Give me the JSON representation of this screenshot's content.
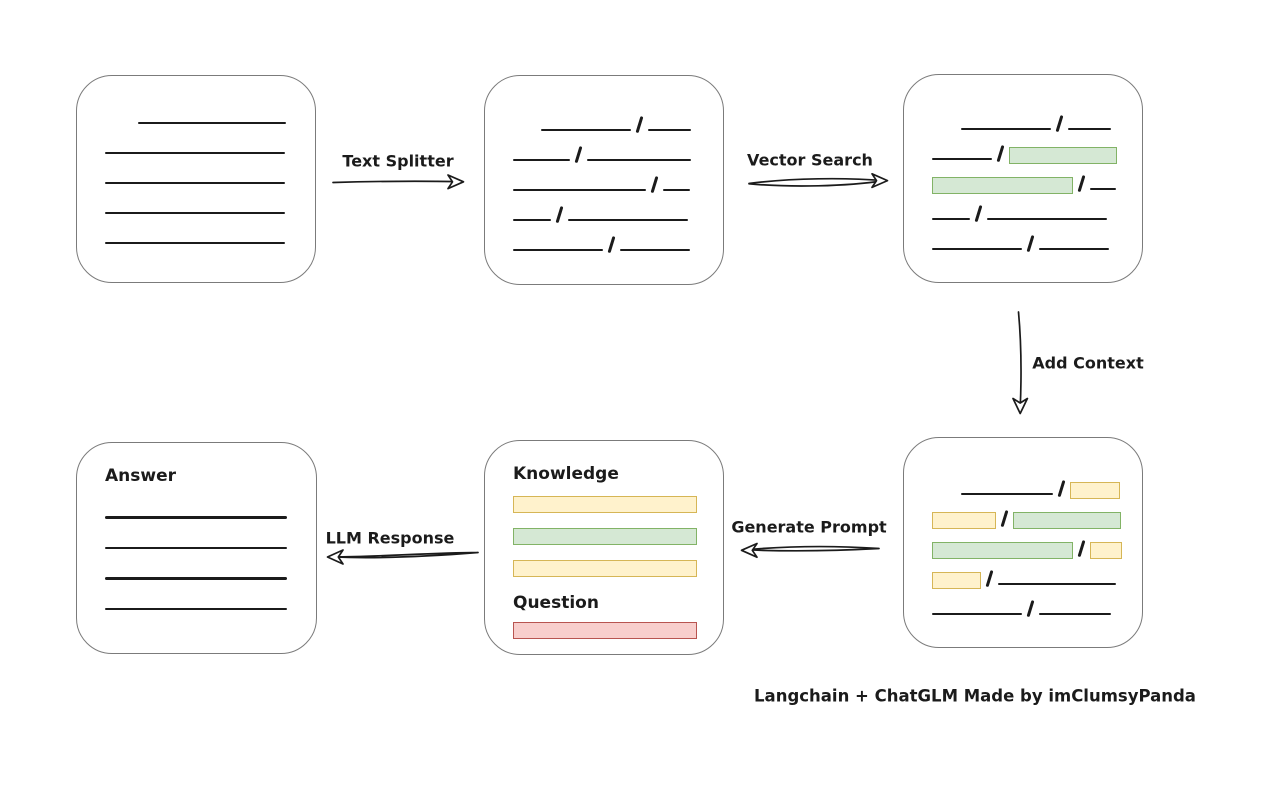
{
  "caption": "Langchain + ChatGLM Made by imClumsyPanda",
  "colors": {
    "ink": "#1b1b1b",
    "box_border": "#7b7b7b",
    "green_fill": "#d5e8d4",
    "green_border": "#82b366",
    "yellow_fill": "#fff2cc",
    "yellow_border": "#d6b656",
    "red_fill": "#f8cecc",
    "red_border": "#b85450"
  },
  "arrows": [
    {
      "id": "text-splitter",
      "label": "Text Splitter",
      "direction": "right"
    },
    {
      "id": "vector-search",
      "label": "Vector Search",
      "direction": "right"
    },
    {
      "id": "add-context",
      "label": "Add Context",
      "direction": "down"
    },
    {
      "id": "generate-prompt",
      "label": "Generate Prompt",
      "direction": "left"
    },
    {
      "id": "llm-response",
      "label": "LLM Response",
      "direction": "left"
    }
  ],
  "boxes": [
    {
      "id": "source-document",
      "items": [
        {
          "kind": "row",
          "indent": 33,
          "segments": [
            {
              "t": "line",
              "w": 148
            }
          ]
        },
        {
          "kind": "row",
          "indent": 0,
          "segments": [
            {
              "t": "line",
              "w": 180
            }
          ]
        },
        {
          "kind": "row",
          "indent": 0,
          "segments": [
            {
              "t": "line",
              "w": 180
            }
          ]
        },
        {
          "kind": "row",
          "indent": 0,
          "segments": [
            {
              "t": "line",
              "w": 180
            }
          ]
        },
        {
          "kind": "row",
          "indent": 0,
          "segments": [
            {
              "t": "line",
              "w": 180
            }
          ]
        }
      ]
    },
    {
      "id": "split-text",
      "items": [
        {
          "kind": "row",
          "indent": 28,
          "segments": [
            {
              "t": "line",
              "w": 90
            },
            {
              "t": "slash"
            },
            {
              "t": "line",
              "w": 43
            }
          ]
        },
        {
          "kind": "row",
          "indent": 0,
          "segments": [
            {
              "t": "line",
              "w": 57
            },
            {
              "t": "slash"
            },
            {
              "t": "line",
              "w": 104
            }
          ]
        },
        {
          "kind": "row",
          "indent": 0,
          "segments": [
            {
              "t": "line",
              "w": 133
            },
            {
              "t": "slash"
            },
            {
              "t": "line",
              "w": 27
            }
          ]
        },
        {
          "kind": "row",
          "indent": 0,
          "segments": [
            {
              "t": "line",
              "w": 38
            },
            {
              "t": "slash"
            },
            {
              "t": "line",
              "w": 120
            }
          ]
        },
        {
          "kind": "row",
          "indent": 0,
          "segments": [
            {
              "t": "line",
              "w": 90
            },
            {
              "t": "slash"
            },
            {
              "t": "line",
              "w": 70
            }
          ]
        }
      ]
    },
    {
      "id": "vector-search-result",
      "items": [
        {
          "kind": "row",
          "indent": 29,
          "segments": [
            {
              "t": "line",
              "w": 90
            },
            {
              "t": "slash"
            },
            {
              "t": "line",
              "w": 43
            }
          ]
        },
        {
          "kind": "row",
          "indent": 0,
          "segments": [
            {
              "t": "line",
              "w": 60
            },
            {
              "t": "slash"
            },
            {
              "t": "bar",
              "color": "green",
              "w": 106
            }
          ]
        },
        {
          "kind": "row",
          "indent": 0,
          "segments": [
            {
              "t": "bar",
              "color": "green",
              "w": 139
            },
            {
              "t": "slash"
            },
            {
              "t": "line",
              "w": 26
            }
          ]
        },
        {
          "kind": "row",
          "indent": 0,
          "segments": [
            {
              "t": "line",
              "w": 38
            },
            {
              "t": "slash"
            },
            {
              "t": "line",
              "w": 120
            }
          ]
        },
        {
          "kind": "row",
          "indent": 0,
          "segments": [
            {
              "t": "line",
              "w": 90
            },
            {
              "t": "slash"
            },
            {
              "t": "line",
              "w": 70
            }
          ]
        }
      ]
    },
    {
      "id": "context-chunks",
      "items": [
        {
          "kind": "row",
          "indent": 29,
          "segments": [
            {
              "t": "line",
              "w": 92
            },
            {
              "t": "slash"
            },
            {
              "t": "bar",
              "color": "yellow",
              "w": 48
            }
          ]
        },
        {
          "kind": "row",
          "indent": 0,
          "segments": [
            {
              "t": "bar",
              "color": "yellow",
              "w": 62
            },
            {
              "t": "slash"
            },
            {
              "t": "bar",
              "color": "green",
              "w": 106
            }
          ]
        },
        {
          "kind": "row",
          "indent": 0,
          "segments": [
            {
              "t": "bar",
              "color": "green",
              "w": 139
            },
            {
              "t": "slash"
            },
            {
              "t": "bar",
              "color": "yellow",
              "w": 30
            }
          ]
        },
        {
          "kind": "row",
          "indent": 0,
          "segments": [
            {
              "t": "bar",
              "color": "yellow",
              "w": 47
            },
            {
              "t": "slash"
            },
            {
              "t": "line",
              "w": 118
            }
          ]
        },
        {
          "kind": "row",
          "indent": 0,
          "segments": [
            {
              "t": "line",
              "w": 90
            },
            {
              "t": "slash"
            },
            {
              "t": "line",
              "w": 72
            }
          ]
        }
      ]
    },
    {
      "id": "prompt",
      "items": [
        {
          "kind": "label",
          "text": "Knowledge"
        },
        {
          "kind": "bigbar",
          "color": "yellow",
          "mt": 11
        },
        {
          "kind": "bigbar",
          "color": "green",
          "mt": 15
        },
        {
          "kind": "bigbar",
          "color": "yellow",
          "mt": 15
        },
        {
          "kind": "label",
          "text": "Question",
          "mt": 15
        },
        {
          "kind": "bigbar",
          "color": "red",
          "mt": 8
        }
      ]
    },
    {
      "id": "answer",
      "items": [
        {
          "kind": "label",
          "text": "Answer"
        },
        {
          "kind": "fullline",
          "mt": 29
        },
        {
          "kind": "fullline",
          "mt": 28
        },
        {
          "kind": "fullline",
          "mt": 28
        },
        {
          "kind": "fullline",
          "mt": 28
        }
      ]
    }
  ]
}
